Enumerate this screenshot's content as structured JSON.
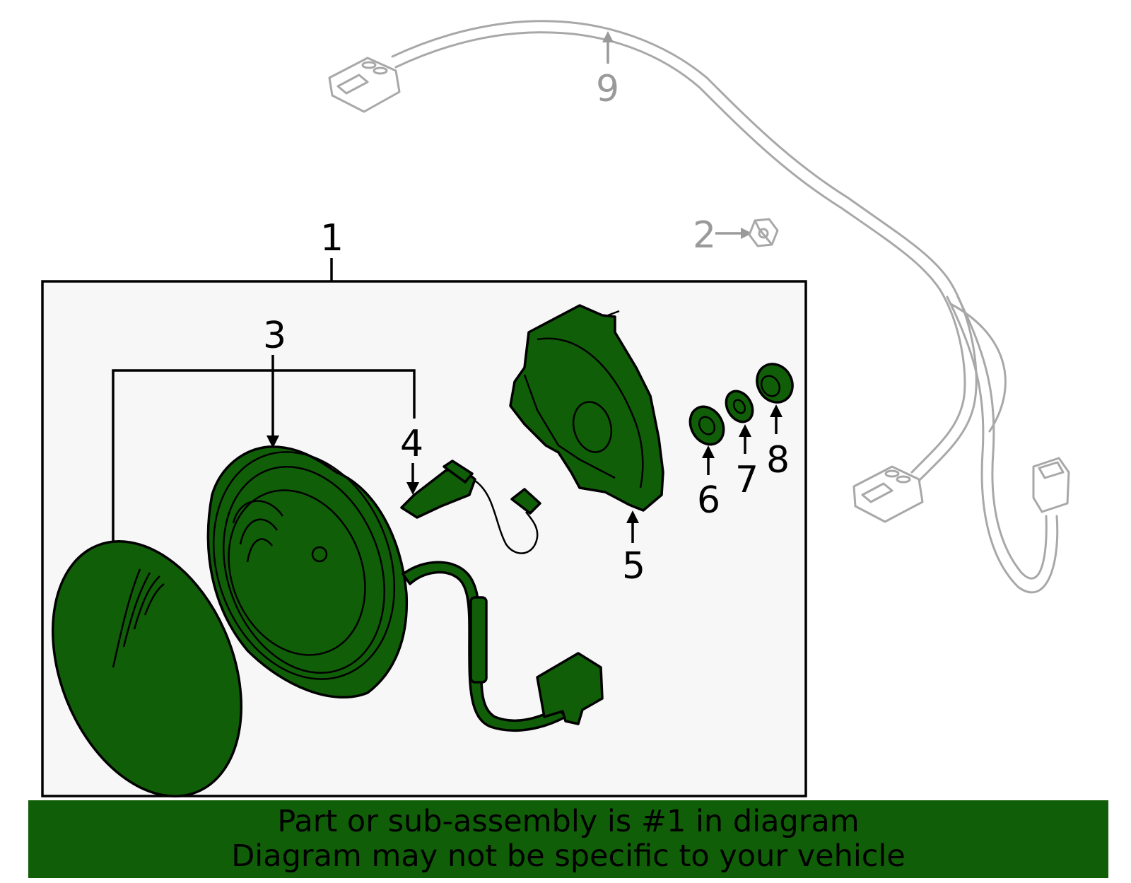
{
  "callouts": {
    "c1": "1",
    "c2": "2",
    "c3": "3",
    "c4": "4",
    "c5": "5",
    "c6": "6",
    "c7": "7",
    "c8": "8",
    "c9": "9"
  },
  "banner": {
    "line1": "Part or sub-assembly is #1 in diagram",
    "line2": "Diagram may not be specific to your vehicle"
  },
  "colors": {
    "highlight_fill": "#115e08",
    "assembly_box": "#f7f7f7",
    "ghost_parts": "#a8a8a8",
    "banner_bg": "#115e08"
  }
}
